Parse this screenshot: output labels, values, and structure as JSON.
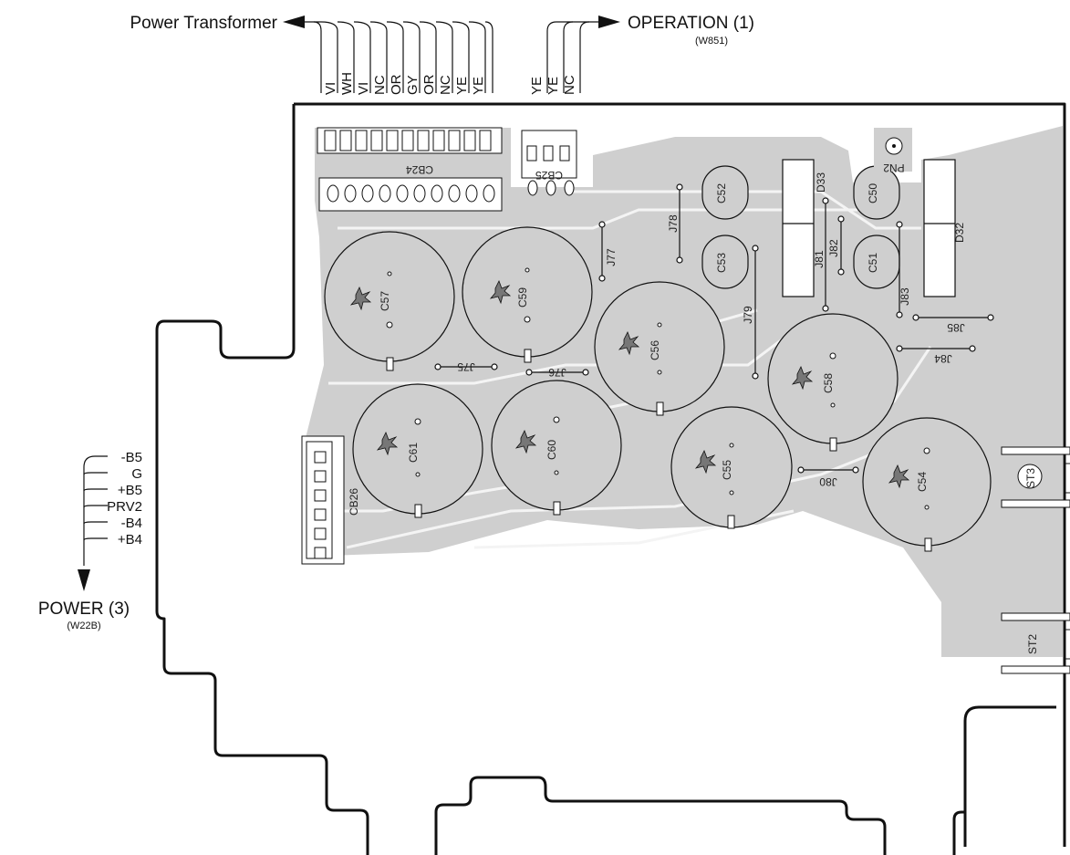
{
  "connectors": {
    "power_transformer": {
      "label": "Power Transformer",
      "wires": [
        "VI",
        "WH",
        "VI",
        "NC",
        "OR",
        "GY",
        "OR",
        "NC",
        "YE",
        "YE"
      ]
    },
    "operation": {
      "label": "OPERATION (1)",
      "sub": "(W851)",
      "wires": [
        "YE",
        "YE",
        "NC"
      ]
    },
    "power": {
      "label": "POWER (3)",
      "sub": "(W22B)",
      "wires": [
        "-B5",
        "G",
        "+B5",
        "PRV2",
        "-B4",
        "+B4"
      ]
    }
  },
  "board": {
    "capacitors_large": [
      "C57",
      "C59",
      "C56",
      "C58",
      "C61",
      "C60",
      "C55",
      "C54"
    ],
    "capacitors_small": [
      "C52",
      "C53",
      "C50",
      "C51"
    ],
    "diodes": [
      "D33",
      "D32"
    ],
    "jumpers": [
      "J75",
      "J76",
      "J77",
      "J78",
      "J79",
      "J80",
      "J81",
      "J82",
      "J83",
      "J84",
      "J85"
    ],
    "sockets": [
      "CB24",
      "CB25",
      "CB26"
    ],
    "terminals": [
      "PN2",
      "ST3",
      "ST2"
    ]
  }
}
